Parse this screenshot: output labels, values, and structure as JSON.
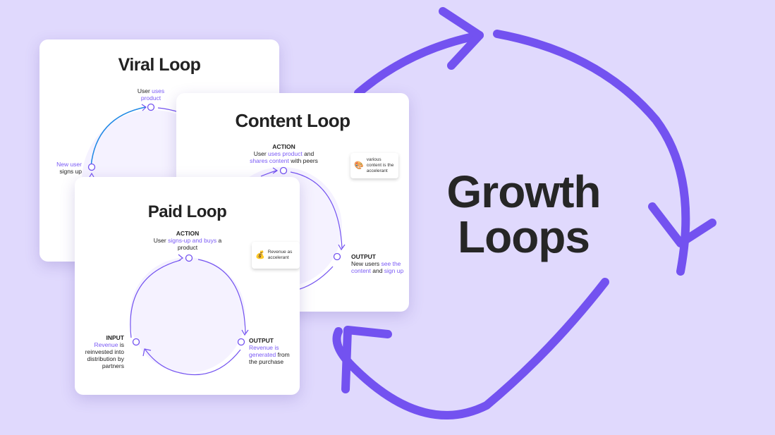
{
  "headline": {
    "line1": "Growth",
    "line2": "Loops"
  },
  "colors": {
    "background": "#e0d9fd",
    "accent": "#7352f0",
    "highlight_text": "#7a5af5",
    "viral_arc": "#1e88e5",
    "circle_fill": "#f5f2ff",
    "title_text": "#222222"
  },
  "cards": {
    "viral": {
      "title": "Viral Loop",
      "nodes": {
        "top": {
          "prefix": "User ",
          "highlight": "uses product",
          "suffix": ""
        },
        "left": {
          "highlight": "New user",
          "suffix": "signs up"
        }
      }
    },
    "content": {
      "title": "Content Loop",
      "nodes": {
        "action": {
          "heading": "ACTION",
          "p1": "User ",
          "h1": "uses product",
          "p2": " and ",
          "h2": "shares content",
          "p3": " with peers"
        },
        "output": {
          "heading": "OUTPUT",
          "p1": "New users ",
          "h1": "see the content",
          "p2": " and ",
          "h2": "sign up"
        }
      },
      "note": {
        "icon": "🎨",
        "text": "various content is the accelerant"
      }
    },
    "paid": {
      "title": "Paid Loop",
      "nodes": {
        "action": {
          "heading": "ACTION",
          "p1": "User ",
          "h1": "signs-up and buys",
          "p2": " a product"
        },
        "output": {
          "heading": "OUTPUT",
          "h1": "Revenue is generated",
          "p2": " from the purchase"
        },
        "input": {
          "heading": "INPUT",
          "h1": "Revenue",
          "p2": " is reinvested into distribution by partners"
        }
      },
      "note": {
        "icon": "💰",
        "text": "Revenue as accelerant"
      }
    }
  }
}
